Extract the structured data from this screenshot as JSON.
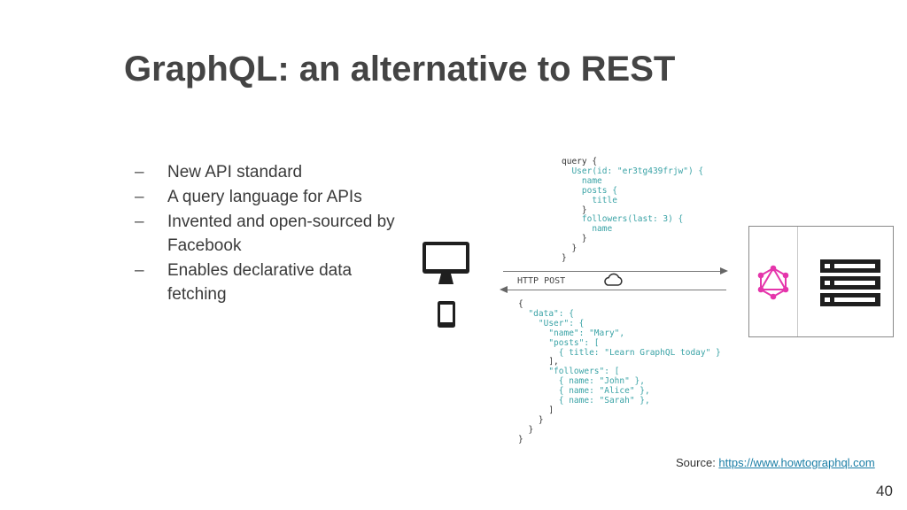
{
  "slide": {
    "title": "GraphQL: an alternative to REST",
    "page_number": "40"
  },
  "bullets": [
    "New API standard",
    "A query language for APIs",
    "Invented and open-sourced by Facebook",
    "Enables declarative data fetching"
  ],
  "bullet_marker": "–",
  "diagram": {
    "transport_label": "HTTP POST",
    "query_lines": [
      "query {",
      "  User(id: \"er3tg439frjw\") {",
      "    name",
      "    posts {",
      "      title",
      "    }",
      "    followers(last: 3) {",
      "      name",
      "    }",
      "  }",
      "}"
    ],
    "response_lines": [
      "{",
      "  \"data\": {",
      "    \"User\": {",
      "      \"name\": \"Mary\",",
      "      \"posts\": [",
      "        { title: \"Learn GraphQL today\" }",
      "      ],",
      "      \"followers\": [",
      "        { name: \"John\" },",
      "        { name: \"Alice\" },",
      "        { name: \"Sarah\" },",
      "      ]",
      "    }",
      "  }",
      "}"
    ],
    "icons": {
      "client_desktop": "desktop-monitor-icon",
      "client_mobile": "mobile-phone-icon",
      "network": "cloud-icon",
      "graphql": "graphql-logo-icon",
      "database": "server-rack-icon"
    },
    "colors": {
      "code_keyword": "#3aa3a6",
      "graphql_logo": "#e535ab"
    }
  },
  "source": {
    "prefix": "Source: ",
    "link_text": "https://www.howtographql.com"
  }
}
